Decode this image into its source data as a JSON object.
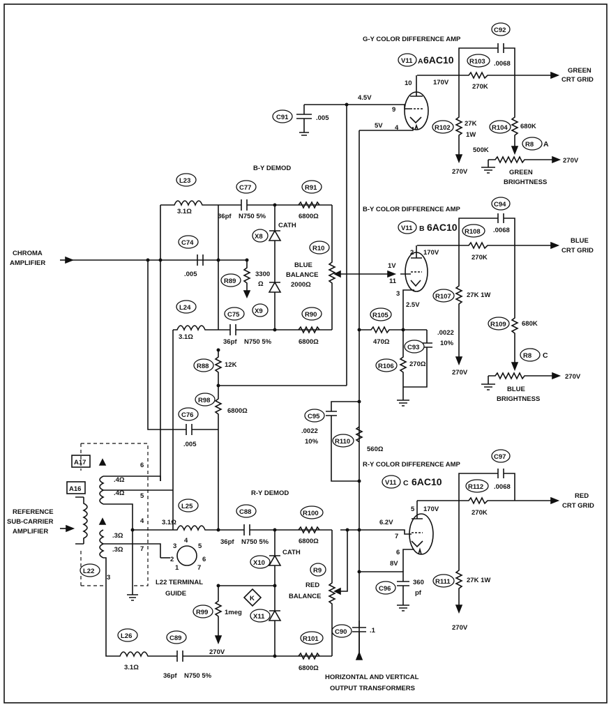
{
  "frame": {
    "border_color": "#111111",
    "background": "#ffffff"
  },
  "stages": {
    "gy_amp": "G-Y COLOR DIFFERENCE AMP",
    "by_amp": "B-Y COLOR DIFFERENCE AMP",
    "ry_amp": "R-Y COLOR DIFFERENCE AMP",
    "by_demod": "B-Y DEMOD",
    "ry_demod": "R-Y DEMOD"
  },
  "tubes": {
    "v11a": {
      "ref": "V11",
      "suffix": "A",
      "type": "6AC10"
    },
    "v11b": {
      "ref": "V11",
      "suffix": "B",
      "type": "6AC10"
    },
    "v11c": {
      "ref": "V11",
      "suffix": "C",
      "type": "6AC10"
    }
  },
  "io": {
    "chroma_1": "CHROMA",
    "chroma_2": "AMPLIFIER",
    "ref_1": "REFERENCE",
    "ref_2": "SUB-CARRIER",
    "ref_3": "AMPLIFIER",
    "green_1": "GREEN",
    "green_2": "CRT GRID",
    "blue_1": "BLUE",
    "blue_2": "CRT GRID",
    "red_1": "RED",
    "red_2": "CRT GRID",
    "horiz_1": "HORIZONTAL AND VERTICAL",
    "horiz_2": "OUTPUT TRANSFORMERS"
  },
  "refs": {
    "C92": "C92",
    "R103": "R103",
    "C91": "C91",
    "R102": "R102",
    "R104": "R104",
    "R8B": "R8",
    "L23": "L23",
    "C77": "C77",
    "R91": "R91",
    "X8": "X8",
    "C74": "C74",
    "R89": "R89",
    "R10": "R10",
    "X9": "X9",
    "L24": "L24",
    "C75": "C75",
    "R90": "R90",
    "R88": "R88",
    "R98": "R98",
    "C76": "C76",
    "C94": "C94",
    "R108": "R108",
    "R107": "R107",
    "R109": "R109",
    "R8A": "R8",
    "R105": "R105",
    "C93": "C93",
    "R106": "R106",
    "C95": "C95",
    "R110": "R110",
    "C97": "C97",
    "R112": "R112",
    "R111": "R111",
    "C96": "C96",
    "C90": "C90",
    "L25": "L25",
    "C88": "C88",
    "R100": "R100",
    "X10": "X10",
    "R9": "R9",
    "K": "K",
    "X11": "X11",
    "R99": "R99",
    "R101": "R101",
    "L26": "L26",
    "C89": "C89",
    "A17": "A17",
    "A16": "A16",
    "L22": "L22"
  },
  "values": {
    "c92": ".0068",
    "r103": "270K",
    "c91": ".005",
    "r102a": "27K",
    "r102b": "1W",
    "r104": "680K",
    "r8b_pot": "500K",
    "green_bright": "GREEN",
    "brightness": "BRIGHTNESS",
    "l23": "3.1Ω",
    "c77_a": "36pf",
    "c77_b": "N750 5%",
    "r91": "6800Ω",
    "cath": "CATH",
    "c74": ".005",
    "r89_a": "3300",
    "r89_b": "Ω",
    "blue_bal": "BLUE",
    "balance": "BALANCE",
    "r10": "2000Ω",
    "l24": "3.1Ω",
    "c75_a": "36pf",
    "c75_b": "N750 5%",
    "r90": "6800Ω",
    "r88": "12K",
    "r98": "6800Ω",
    "c76": ".005",
    "c94": ".0068",
    "r108": "270K",
    "r107": "27K 1W",
    "r109": "680K",
    "blue_bright": "BLUE",
    "r105": "470Ω",
    "c93_a": ".0022",
    "c93_b": "10%",
    "r106": "270Ω",
    "c95_a": ".0022",
    "c95_b": "10%",
    "r110": "560Ω",
    "c97": ".0068",
    "r112": "270K",
    "r111": "27K 1W",
    "c96_a": "360",
    "c96_b": "pf",
    "c90": ".1",
    "l25": "3.1Ω",
    "c88_a": "36pf",
    "c88_b": "N750 5%",
    "r100": "6800Ω",
    "red_bal": "RED",
    "r99": "1meg",
    "r101": "6800Ω",
    "l26": "3.1Ω",
    "c89_a": "36pf",
    "c89_b": "N750 5%",
    "l22_top": ".4Ω",
    "l22_mid": ".4Ω",
    "l22_a": ".3Ω",
    "l22_b": ".3Ω",
    "guide_1": "L22 TERMINAL",
    "guide_2": "GUIDE"
  },
  "voltages": {
    "v170_g": "170V",
    "v45": "4.5V",
    "v5": "5V",
    "v270_g": "270V",
    "v270_gb": "270V",
    "v170_b": "170V",
    "v1": "1V",
    "v25": "2.5V",
    "v270_b1": "270V",
    "v270_bb": "270V",
    "v170_r": "170V",
    "v62": "6.2V",
    "v8": "8V",
    "v270_r": "270V",
    "v270_x": "270V"
  },
  "pins": {
    "g10": "10",
    "g9": "9",
    "g4": "4",
    "b2": "2",
    "b11": "11",
    "b3": "3",
    "r5": "5",
    "r7": "7",
    "r6": "6",
    "l6": "6",
    "l5": "5",
    "l4": "4",
    "l7": "7",
    "l3": "3",
    "t1": "1",
    "t2": "2",
    "t3": "3",
    "t4": "4",
    "t5": "5",
    "t6": "6",
    "t7": "7"
  }
}
